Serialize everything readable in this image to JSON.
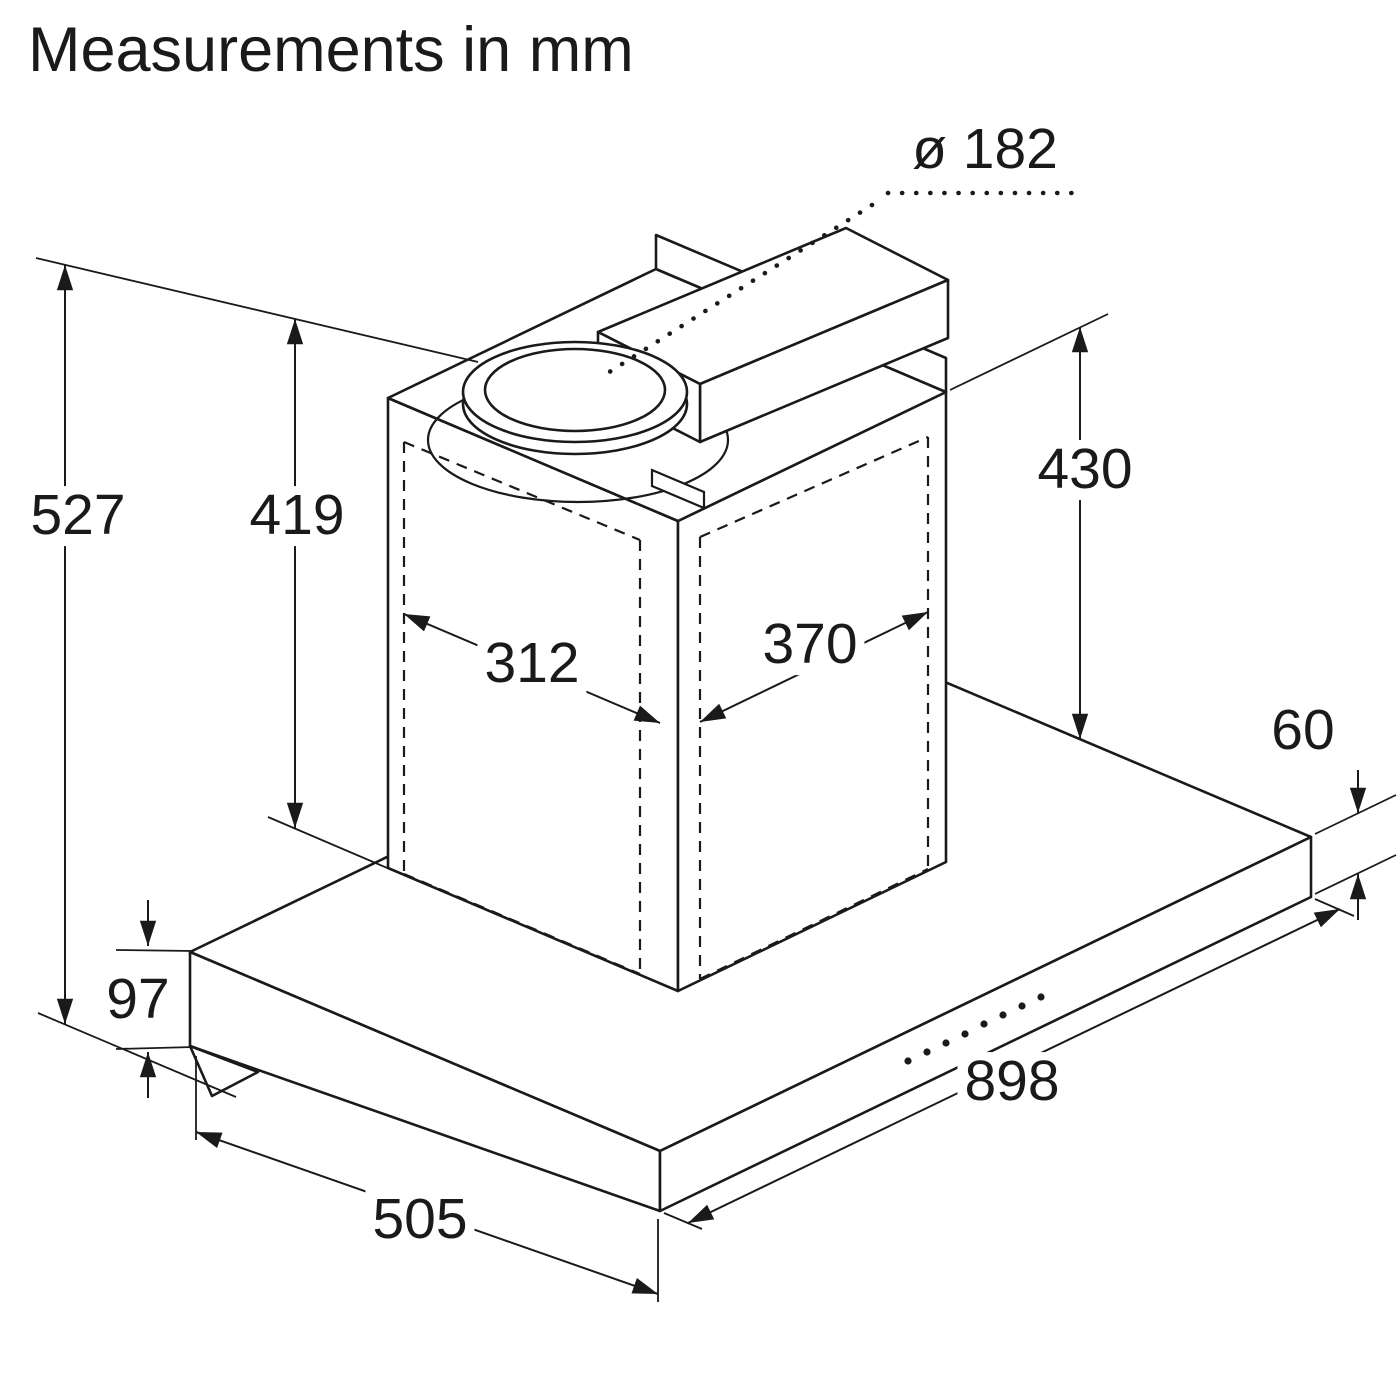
{
  "title": "Measurements in mm",
  "diagram": {
    "type": "technical-drawing",
    "subject": "wall-mounted box chimney cooker hood, isometric projection",
    "unit": "mm",
    "dimensions": {
      "duct_diameter": "ø 182",
      "total_height": "527",
      "chimney_height_left": "419",
      "chimney_height_right": "430",
      "chimney_depth": "312",
      "chimney_width": "370",
      "body_edge_height": "60",
      "body_left_height": "97",
      "body_width": "898",
      "body_depth": "505"
    }
  },
  "colors": {
    "line": "#1a1a1a",
    "background": "#ffffff"
  }
}
